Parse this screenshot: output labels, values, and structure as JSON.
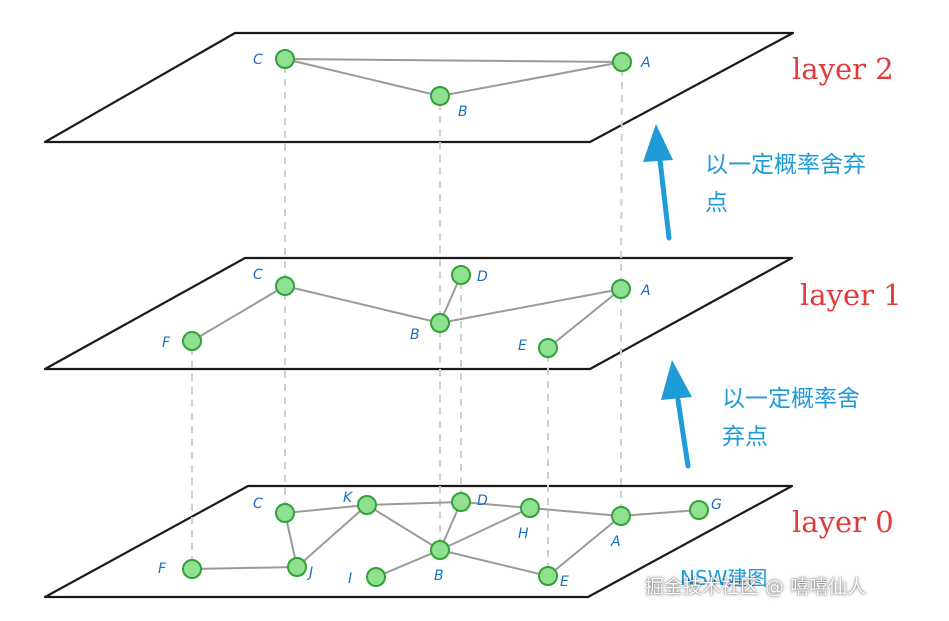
{
  "colors": {
    "node_fill": "#8fe08f",
    "node_stroke": "#2fa33a",
    "node_label": "#1a6fc0",
    "layer_label": "#e03a3a",
    "caption": "#1f9bd8",
    "arrow": "#1f9bd8",
    "plane_stroke": "#1a1a1a",
    "edge": "#9a9a9a",
    "vertical_guide": "#cfcfcf"
  },
  "layers": [
    {
      "label": "layer 2",
      "nodes": [
        "C",
        "A",
        "B"
      ],
      "edges": [
        [
          "C",
          "A"
        ],
        [
          "C",
          "B"
        ],
        [
          "B",
          "A"
        ]
      ]
    },
    {
      "label": "layer 1",
      "nodes": [
        "C",
        "D",
        "A",
        "F",
        "B",
        "E"
      ],
      "edges": [
        [
          "F",
          "C"
        ],
        [
          "C",
          "B"
        ],
        [
          "D",
          "B"
        ],
        [
          "B",
          "A"
        ],
        [
          "E",
          "A"
        ]
      ]
    },
    {
      "label": "layer 0",
      "nodes": [
        "C",
        "K",
        "D",
        "H",
        "A",
        "G",
        "F",
        "J",
        "I",
        "B",
        "E"
      ],
      "edges": [
        [
          "C",
          "K"
        ],
        [
          "C",
          "J"
        ],
        [
          "F",
          "J"
        ],
        [
          "K",
          "J"
        ],
        [
          "K",
          "D"
        ],
        [
          "K",
          "B"
        ],
        [
          "D",
          "B"
        ],
        [
          "D",
          "H"
        ],
        [
          "H",
          "A"
        ],
        [
          "A",
          "G"
        ],
        [
          "B",
          "H"
        ],
        [
          "B",
          "E"
        ],
        [
          "E",
          "A"
        ],
        [
          "I",
          "B"
        ]
      ]
    }
  ],
  "captions": {
    "upper": [
      "以一定概率舍弃",
      "点"
    ],
    "lower": [
      "以一定概率舍",
      "弃点"
    ]
  },
  "nsw_label": "NSW建图",
  "watermark": "掘金技术社区 @ 嘻嘻仙人"
}
